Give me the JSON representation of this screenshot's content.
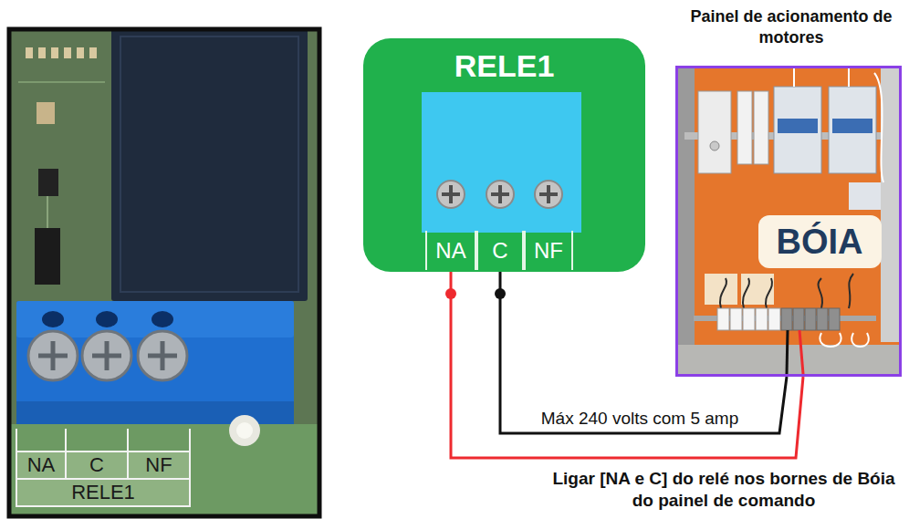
{
  "diagram": {
    "nodes": [
      {
        "text": [
          "RELE1"
        ]
      },
      {
        "text": [
          "NA"
        ],
        "in": 0
      },
      {
        "text": [
          "C"
        ],
        "in": 0
      },
      {
        "text": [
          "NF"
        ],
        "in": 0
      },
      {
        "text": [
          "Painel de acionamento de motores"
        ]
      },
      {
        "text": [
          "BÓIA"
        ],
        "in": 4
      }
    ],
    "edges": [
      {
        "from": 1,
        "to": 4,
        "arrow": "none"
      },
      {
        "from": 2,
        "to": 4,
        "arrow": "none",
        "label": "Máx 240 volts com 5 amp"
      }
    ],
    "labels": [
      "NA",
      "C",
      "NF",
      "RELE1",
      "Ligar [NA e C] do relé nos bornes de Bóia do painel de comando"
    ]
  }
}
